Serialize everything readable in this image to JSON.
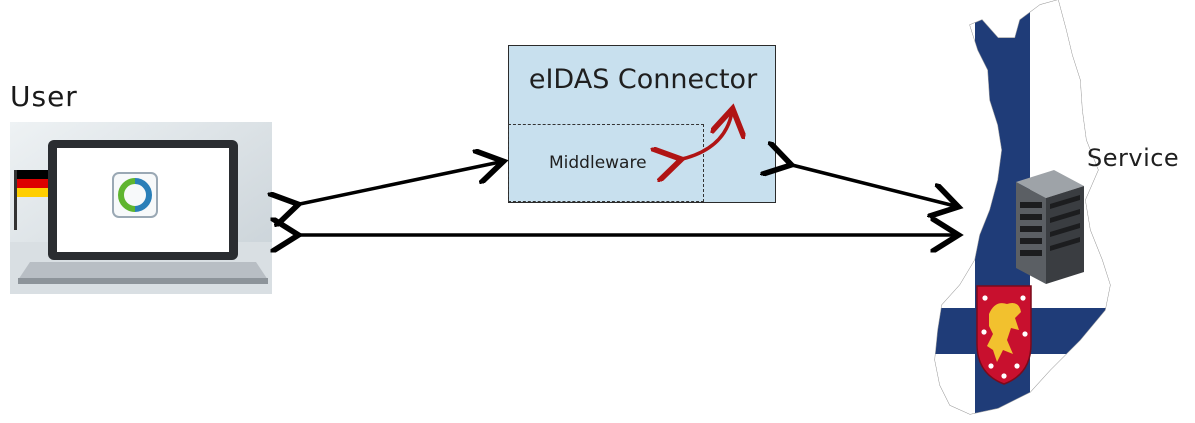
{
  "user": {
    "label": "User"
  },
  "connector": {
    "title": "eIDAS Connector",
    "middleware_label": "Middleware"
  },
  "service": {
    "label": "Service"
  },
  "icons": {
    "laptop": "laptop-icon",
    "flag": "germany-flag-icon",
    "app_logo": "ausweisapp-logo-icon",
    "server": "server-rack-icon",
    "finland_map": "finland-map-icon",
    "coat_of_arms": "finland-coat-of-arms-icon"
  },
  "colors": {
    "connector_fill": "#c8e0ee",
    "curved_arrow": "#b01414",
    "finland_blue": "#1f3c78",
    "coat_red": "#c8102e",
    "coat_gold": "#f2c12e"
  }
}
